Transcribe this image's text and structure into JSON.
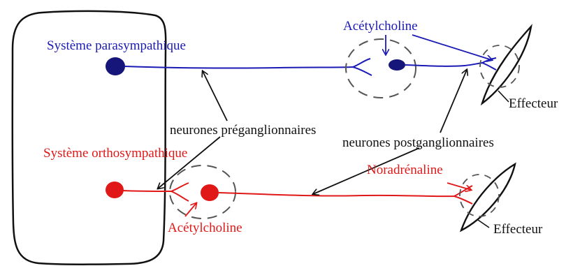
{
  "colors": {
    "parasympathetic": "#1a1ab4",
    "orthosympathetic": "#e01818",
    "ink": "#111111",
    "ganglion_dash": "#555555",
    "background": "#ffffff"
  },
  "labels": {
    "parasympathetic_system": "Système parasympathique",
    "orthosympathetic_system": "Système orthosympathique",
    "acetylcholine_top": "Acétylcholine",
    "acetylcholine_bottom": "Acétylcholine",
    "noradrenaline": "Noradrénaline",
    "preganglionic_neurons": "neurones préganglionnaires",
    "postganglionic_neurons": "neurones postganglionnaires",
    "effector_top": "Effecteur",
    "effector_bottom": "Effecteur"
  }
}
